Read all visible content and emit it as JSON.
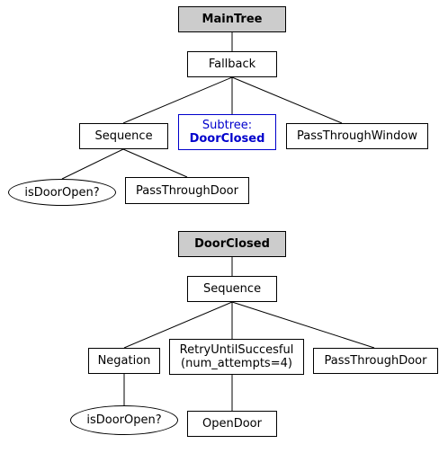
{
  "trees": [
    {
      "root": "MainTree",
      "fallback": "Fallback",
      "sequence": "Sequence",
      "subtree_prefix": "Subtree:",
      "subtree_name": "DoorClosed",
      "pass_window": "PassThroughWindow",
      "is_door_open": "isDoorOpen?",
      "pass_door": "PassThroughDoor"
    },
    {
      "root": "DoorClosed",
      "sequence": "Sequence",
      "negation": "Negation",
      "retry_line1": "RetryUntilSuccesful",
      "retry_line2": "(num_attempts=4)",
      "pass_door": "PassThroughDoor",
      "is_door_open": "isDoorOpen?",
      "open_door": "OpenDoor"
    }
  ],
  "colors": {
    "root_fill": "#cccccc",
    "subtree_text": "#0000cc",
    "stroke": "#000000"
  }
}
